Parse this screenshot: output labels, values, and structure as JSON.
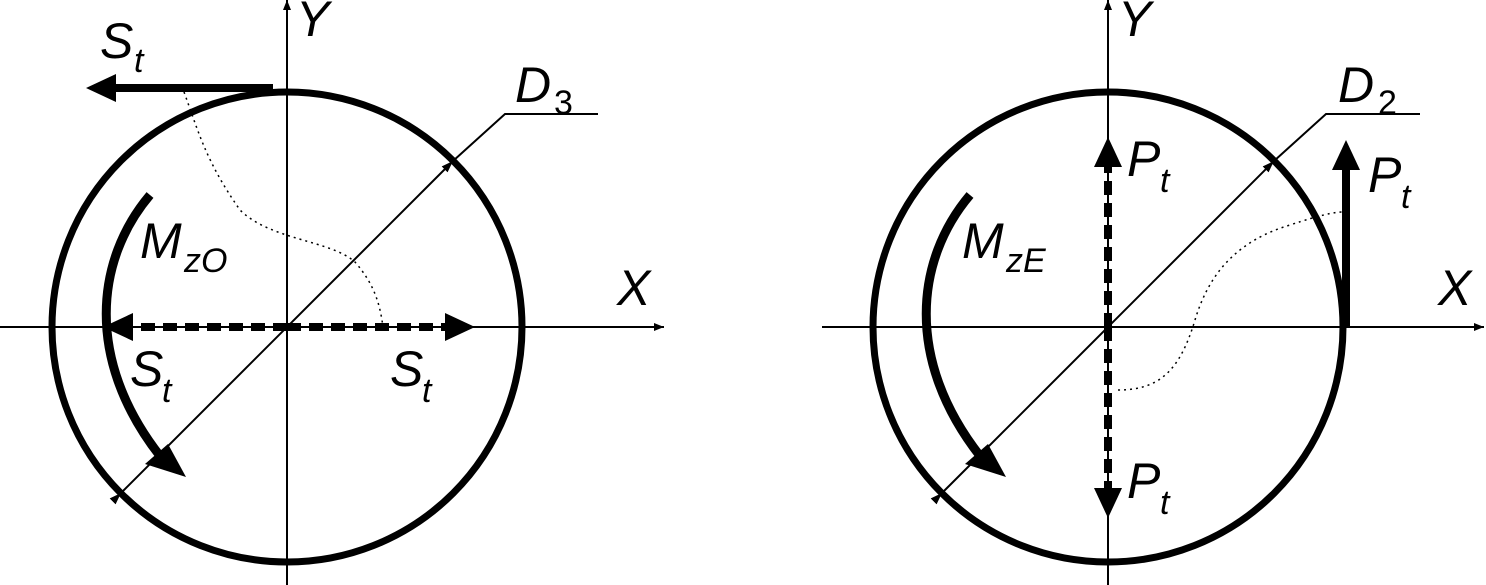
{
  "left": {
    "axis_x": "X",
    "axis_y": "Y",
    "diameter": {
      "main": "D",
      "sub": "3"
    },
    "moment": {
      "main": "M",
      "sub": "zO"
    },
    "force_top": {
      "main": "S",
      "sub": "t"
    },
    "force_left": {
      "main": "S",
      "sub": "t"
    },
    "force_right": {
      "main": "S",
      "sub": "t"
    }
  },
  "right": {
    "axis_x": "X",
    "axis_y": "Y",
    "diameter": {
      "main": "D",
      "sub": "2"
    },
    "moment": {
      "main": "M",
      "sub": "zE"
    },
    "force_up_inner": {
      "main": "P",
      "sub": "t"
    },
    "force_up_outer": {
      "main": "P",
      "sub": "t"
    },
    "force_down": {
      "main": "P",
      "sub": "t"
    }
  }
}
